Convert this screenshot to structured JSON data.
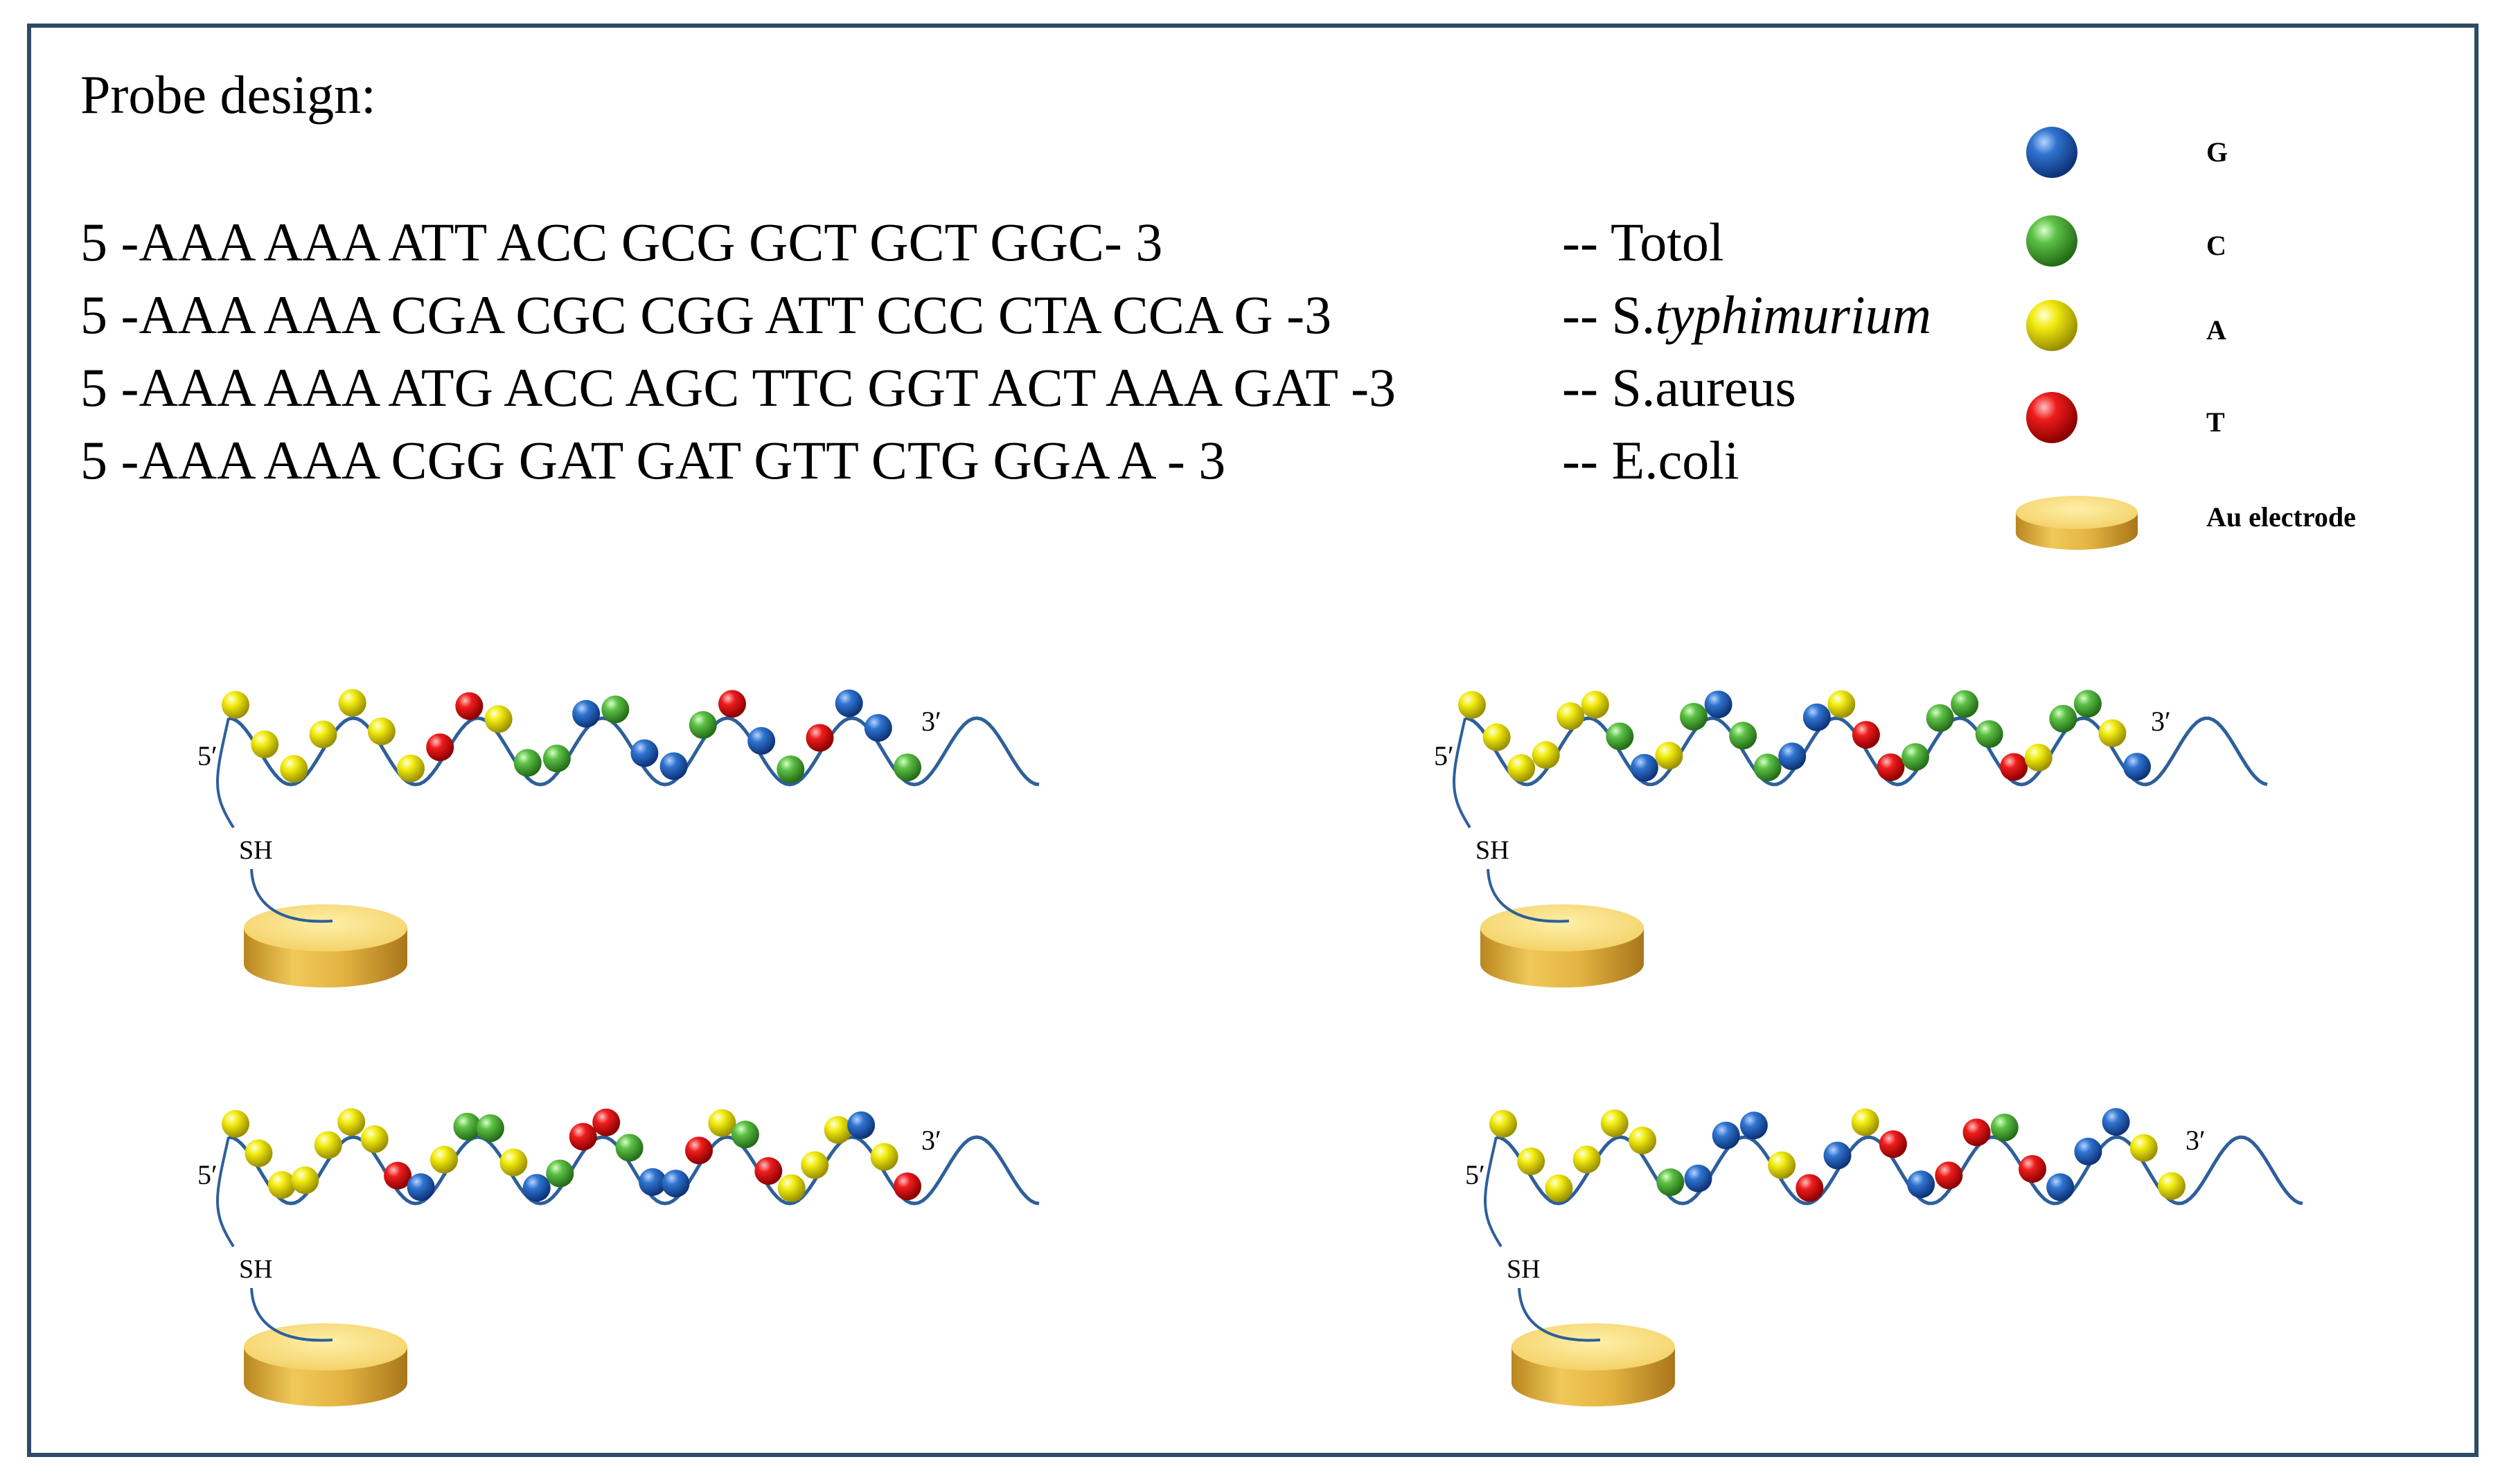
{
  "title": "Probe design:",
  "probes": [
    {
      "sequence": "5 -AAA AAA ATT ACC GCG GCT GCT GGC- 3",
      "organism_prefix": "-- ",
      "organism": "Totol",
      "italic_part": ""
    },
    {
      "sequence": "5 -AAA AAA CGA CGC CGG ATT CCC CTA CCA G -3",
      "organism_prefix": "-- S.",
      "organism": "",
      "italic_part": "typhimurium"
    },
    {
      "sequence": "5 -AAA AAA ATG ACC AGC TTC GGT ACT AAA GAT -3",
      "organism_prefix": "-- ",
      "organism": "S.aureus",
      "italic_part": ""
    },
    {
      "sequence": "5 -AAA AAA CGG GAT GAT GTT CTG GGA A - 3",
      "organism_prefix": "-- ",
      "organism": "E.coli",
      "italic_part": ""
    }
  ],
  "legend": [
    {
      "base": "G",
      "label": "G",
      "color": "#1f5fb0"
    },
    {
      "base": "C",
      "label": "C",
      "color": "#4faa3a"
    },
    {
      "base": "A",
      "label": "A",
      "color": "#e8e000"
    },
    {
      "base": "T",
      "label": "T",
      "color": "#e01010"
    },
    {
      "base": "electrode",
      "label": "Au electrode",
      "color": "#e8c560"
    }
  ],
  "strand_labels": {
    "five_prime": "5′",
    "three_prime": "3′",
    "thiol": "SH"
  },
  "colors": {
    "frame": "#2f4a63",
    "strand": "#2e5f9a",
    "electrode_top": "#f6d978",
    "electrode_side": "#d9a93a"
  },
  "strands": [
    {
      "sequence": "AAAAAAATTACCGCGGCTGCTGGC"
    },
    {
      "sequence": "AAAAAACGACGCCGGATTCCCCTACCAG"
    },
    {
      "sequence": "AAAAAAATGACCAGCTTCGGTACTAAAGAT"
    },
    {
      "sequence": "AAAAAACGGGATGATGTTCTGGGAA"
    }
  ]
}
